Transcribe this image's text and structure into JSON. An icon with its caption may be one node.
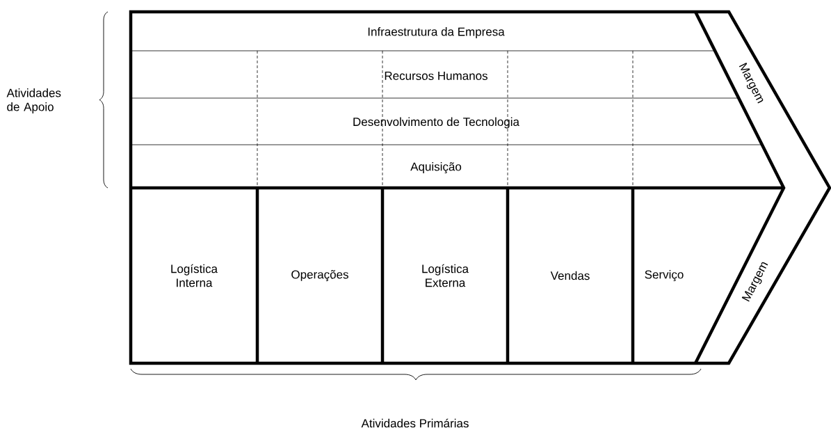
{
  "diagram": {
    "nodes": [
      {
        "text": [
          "Infraestrutura da Empresa"
        ]
      },
      {
        "text": [
          "Recursos Humanos"
        ]
      },
      {
        "text": [
          "Desenvolvimento de Tecnologia"
        ]
      },
      {
        "text": [
          "Aquisição"
        ]
      },
      {
        "text": [
          "Logística Interna"
        ]
      },
      {
        "text": [
          "Operações"
        ]
      },
      {
        "text": [
          "Logística Externa"
        ]
      },
      {
        "text": [
          "Vendas"
        ]
      },
      {
        "text": [
          "Serviço"
        ]
      },
      {
        "text": [
          "Margem",
          "Margem"
        ]
      }
    ],
    "labels": [
      "Atividades de Apoio",
      "Atividades Primárias"
    ]
  }
}
